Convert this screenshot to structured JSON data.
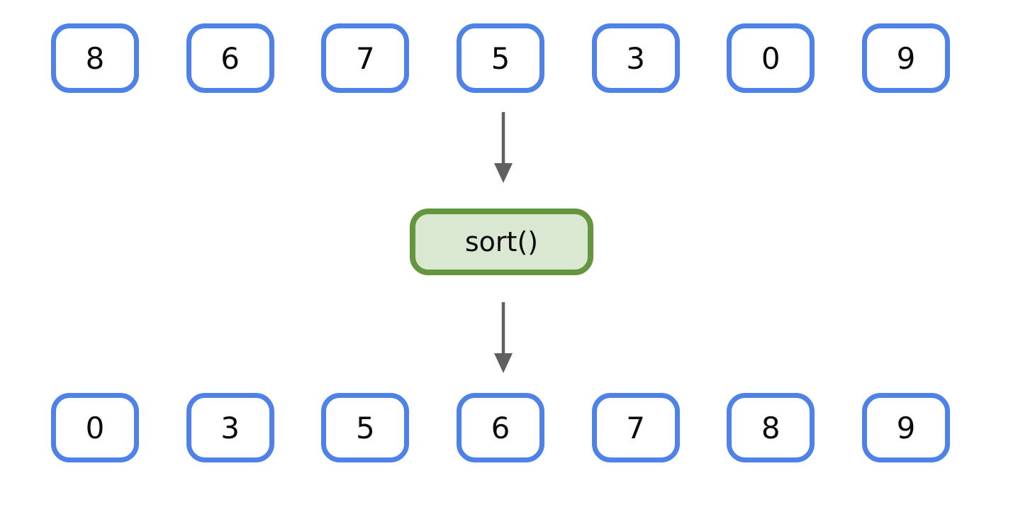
{
  "diagram": {
    "description_label": "array sort diagram",
    "input_values": [
      "8",
      "6",
      "7",
      "5",
      "3",
      "0",
      "9"
    ],
    "operation_label": "sort()",
    "output_values": [
      "0",
      "3",
      "5",
      "6",
      "7",
      "8",
      "9"
    ],
    "icons": {
      "arrow": "down-arrow-icon"
    },
    "colors": {
      "box_border": "#4f82e8",
      "operation_border": "#64953f",
      "operation_fill": "#dbe8d1",
      "arrow": "#606060",
      "number_text": "#0a0a0a",
      "background": "#ffffff"
    }
  }
}
